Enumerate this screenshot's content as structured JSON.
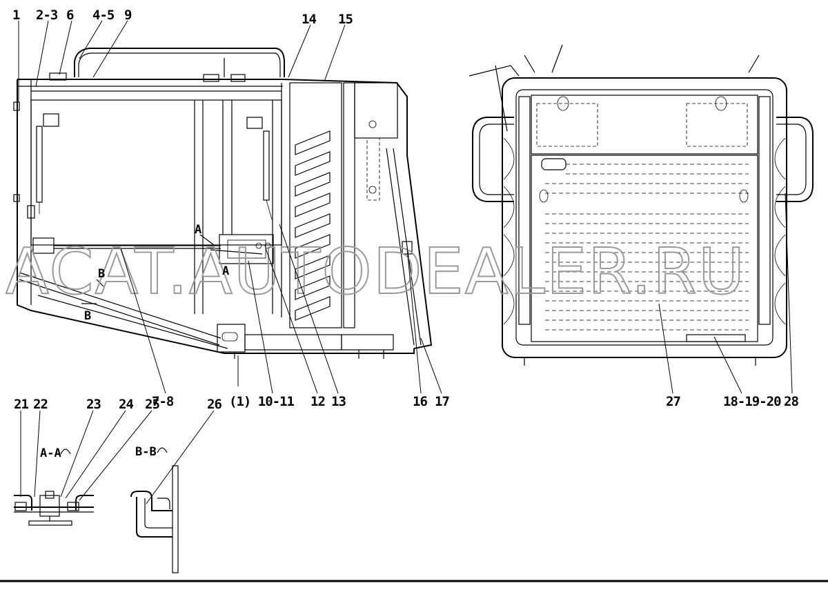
{
  "callouts": {
    "c1": "1",
    "c2_3": "2-3",
    "c6": "6",
    "c4_5": "4-5",
    "c9": "9",
    "c14": "14",
    "c15": "15",
    "c7_8": "7-8",
    "c1p_10_11": "(1) 10-11",
    "c12": "12",
    "c13": "13",
    "c16": "16",
    "c17": "17",
    "c27": "27",
    "c18_19_20": "18-19-20",
    "c28": "28",
    "c21": "21",
    "c22": "22",
    "c23": "23",
    "c24": "24",
    "c25": "25",
    "c26": "26"
  },
  "section_marks": {
    "a_upper": "A",
    "a_lower": "A",
    "b_upper": "B",
    "b_lower": "B"
  },
  "section_views": {
    "aa_label": "A-A",
    "bb_label": "B-B"
  },
  "watermark": "ACAT.AUTODEALER.RU",
  "colors": {
    "line": "#000000",
    "watermark": "#9a9a9a",
    "background": "#ffffff"
  }
}
